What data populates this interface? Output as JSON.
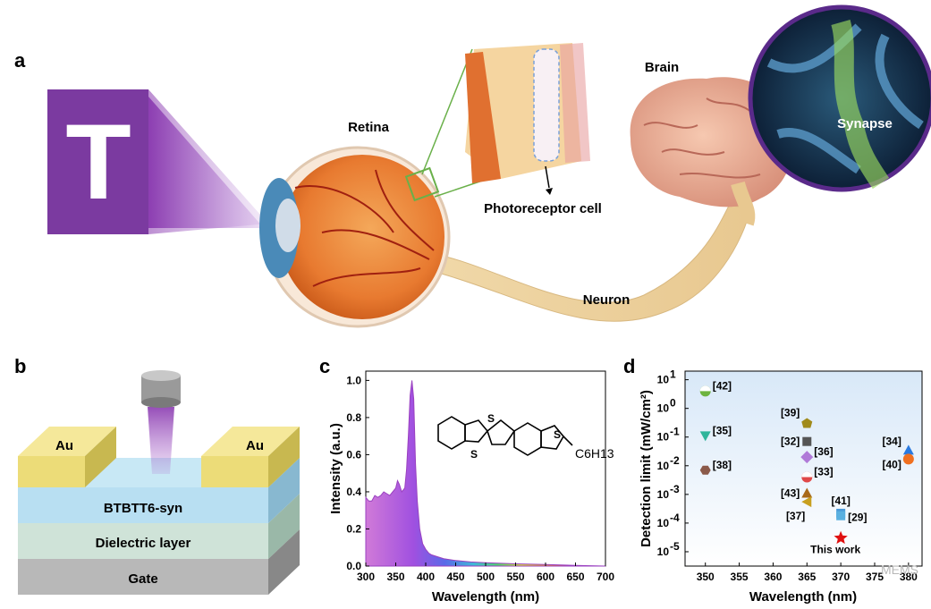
{
  "panels": {
    "a": "a",
    "b": "b",
    "c": "c",
    "d": "d"
  },
  "panel_a": {
    "letter_T": "T",
    "retina": "Retina",
    "brain": "Brain",
    "synapse": "Synapse",
    "photoreceptor": "Photoreceptor cell",
    "neuron": "Neuron"
  },
  "panel_b": {
    "au_left": "Au",
    "au_right": "Au",
    "semiconductor": "BTBTT6-syn",
    "dielectric": "Dielectric layer",
    "gate": "Gate"
  },
  "watermark": "MEMS",
  "chart_data": [
    {
      "id": "c",
      "type": "area",
      "xlabel": "Wavelength (nm)",
      "ylabel": "Intensity (a.u.)",
      "xlim": [
        300,
        700
      ],
      "ylim": [
        0,
        1.05
      ],
      "xticks": [
        300,
        350,
        400,
        450,
        500,
        550,
        600,
        650,
        700
      ],
      "yticks": [
        "0.0",
        "0.2",
        "0.4",
        "0.6",
        "0.8",
        "1.0"
      ],
      "substituent": "C6H13",
      "x": [
        300,
        305,
        310,
        315,
        320,
        325,
        330,
        335,
        340,
        345,
        350,
        353,
        356,
        360,
        365,
        368,
        371,
        374,
        377,
        380,
        383,
        386,
        390,
        395,
        400,
        405,
        410,
        420,
        430,
        450,
        475,
        500,
        550,
        600,
        650,
        700
      ],
      "y": [
        0.37,
        0.35,
        0.35,
        0.38,
        0.37,
        0.38,
        0.4,
        0.39,
        0.38,
        0.4,
        0.42,
        0.46,
        0.44,
        0.4,
        0.42,
        0.52,
        0.7,
        0.92,
        1.0,
        0.9,
        0.55,
        0.35,
        0.2,
        0.12,
        0.09,
        0.07,
        0.06,
        0.05,
        0.04,
        0.03,
        0.022,
        0.018,
        0.012,
        0.008,
        0.004,
        0.0
      ]
    },
    {
      "id": "d",
      "type": "scatter",
      "xlabel": "Wavelength (nm)",
      "ylabel": "Detection limit (mW/cm²)",
      "xlim": [
        347,
        382
      ],
      "ylim_log10": [
        -5.5,
        1.3
      ],
      "scale_y": "log",
      "xticks": [
        350,
        355,
        360,
        365,
        370,
        375,
        380
      ],
      "yticks_exp": [
        1,
        0,
        -1,
        -2,
        -3,
        -4,
        -5
      ],
      "points": [
        {
          "label": "[42]",
          "x": 350,
          "y": 4,
          "color": "#6db33f",
          "shape": "circle-half"
        },
        {
          "label": "[35]",
          "x": 350,
          "y": 0.11,
          "color": "#2fb59b",
          "shape": "triangle-down"
        },
        {
          "label": "[38]",
          "x": 350,
          "y": 0.007,
          "color": "#8b5a4a",
          "shape": "hexagon"
        },
        {
          "label": "[39]",
          "x": 365,
          "y": 0.3,
          "color": "#a08a1a",
          "shape": "pentagon"
        },
        {
          "label": "[32]",
          "x": 365,
          "y": 0.07,
          "color": "#555555",
          "shape": "square"
        },
        {
          "label": "[36]",
          "x": 365,
          "y": 0.02,
          "color": "#b07ad8",
          "shape": "diamond"
        },
        {
          "label": "[33]",
          "x": 365,
          "y": 0.004,
          "color": "#e04848",
          "shape": "circle-half"
        },
        {
          "label": "[43]",
          "x": 365,
          "y": 0.0011,
          "color": "#a86a1a",
          "shape": "triangle-up"
        },
        {
          "label": "[37]",
          "x": 365,
          "y": 0.00055,
          "color": "#c8a020",
          "shape": "triangle-left"
        },
        {
          "label": "[41]",
          "x": 370,
          "y": 0.00022,
          "color": "#4a9ad8",
          "shape": "square"
        },
        {
          "label": "[29]",
          "x": 370,
          "y": 0.00018,
          "color": "#5ab0e0",
          "shape": "square"
        },
        {
          "label": "[34]",
          "x": 380,
          "y": 0.035,
          "color": "#2a7ae0",
          "shape": "triangle-up"
        },
        {
          "label": "[40]",
          "x": 380,
          "y": 0.017,
          "color": "#f07020",
          "shape": "circle"
        },
        {
          "label": "This work",
          "x": 370,
          "y": 3e-05,
          "color": "#e01010",
          "shape": "star"
        }
      ]
    }
  ]
}
